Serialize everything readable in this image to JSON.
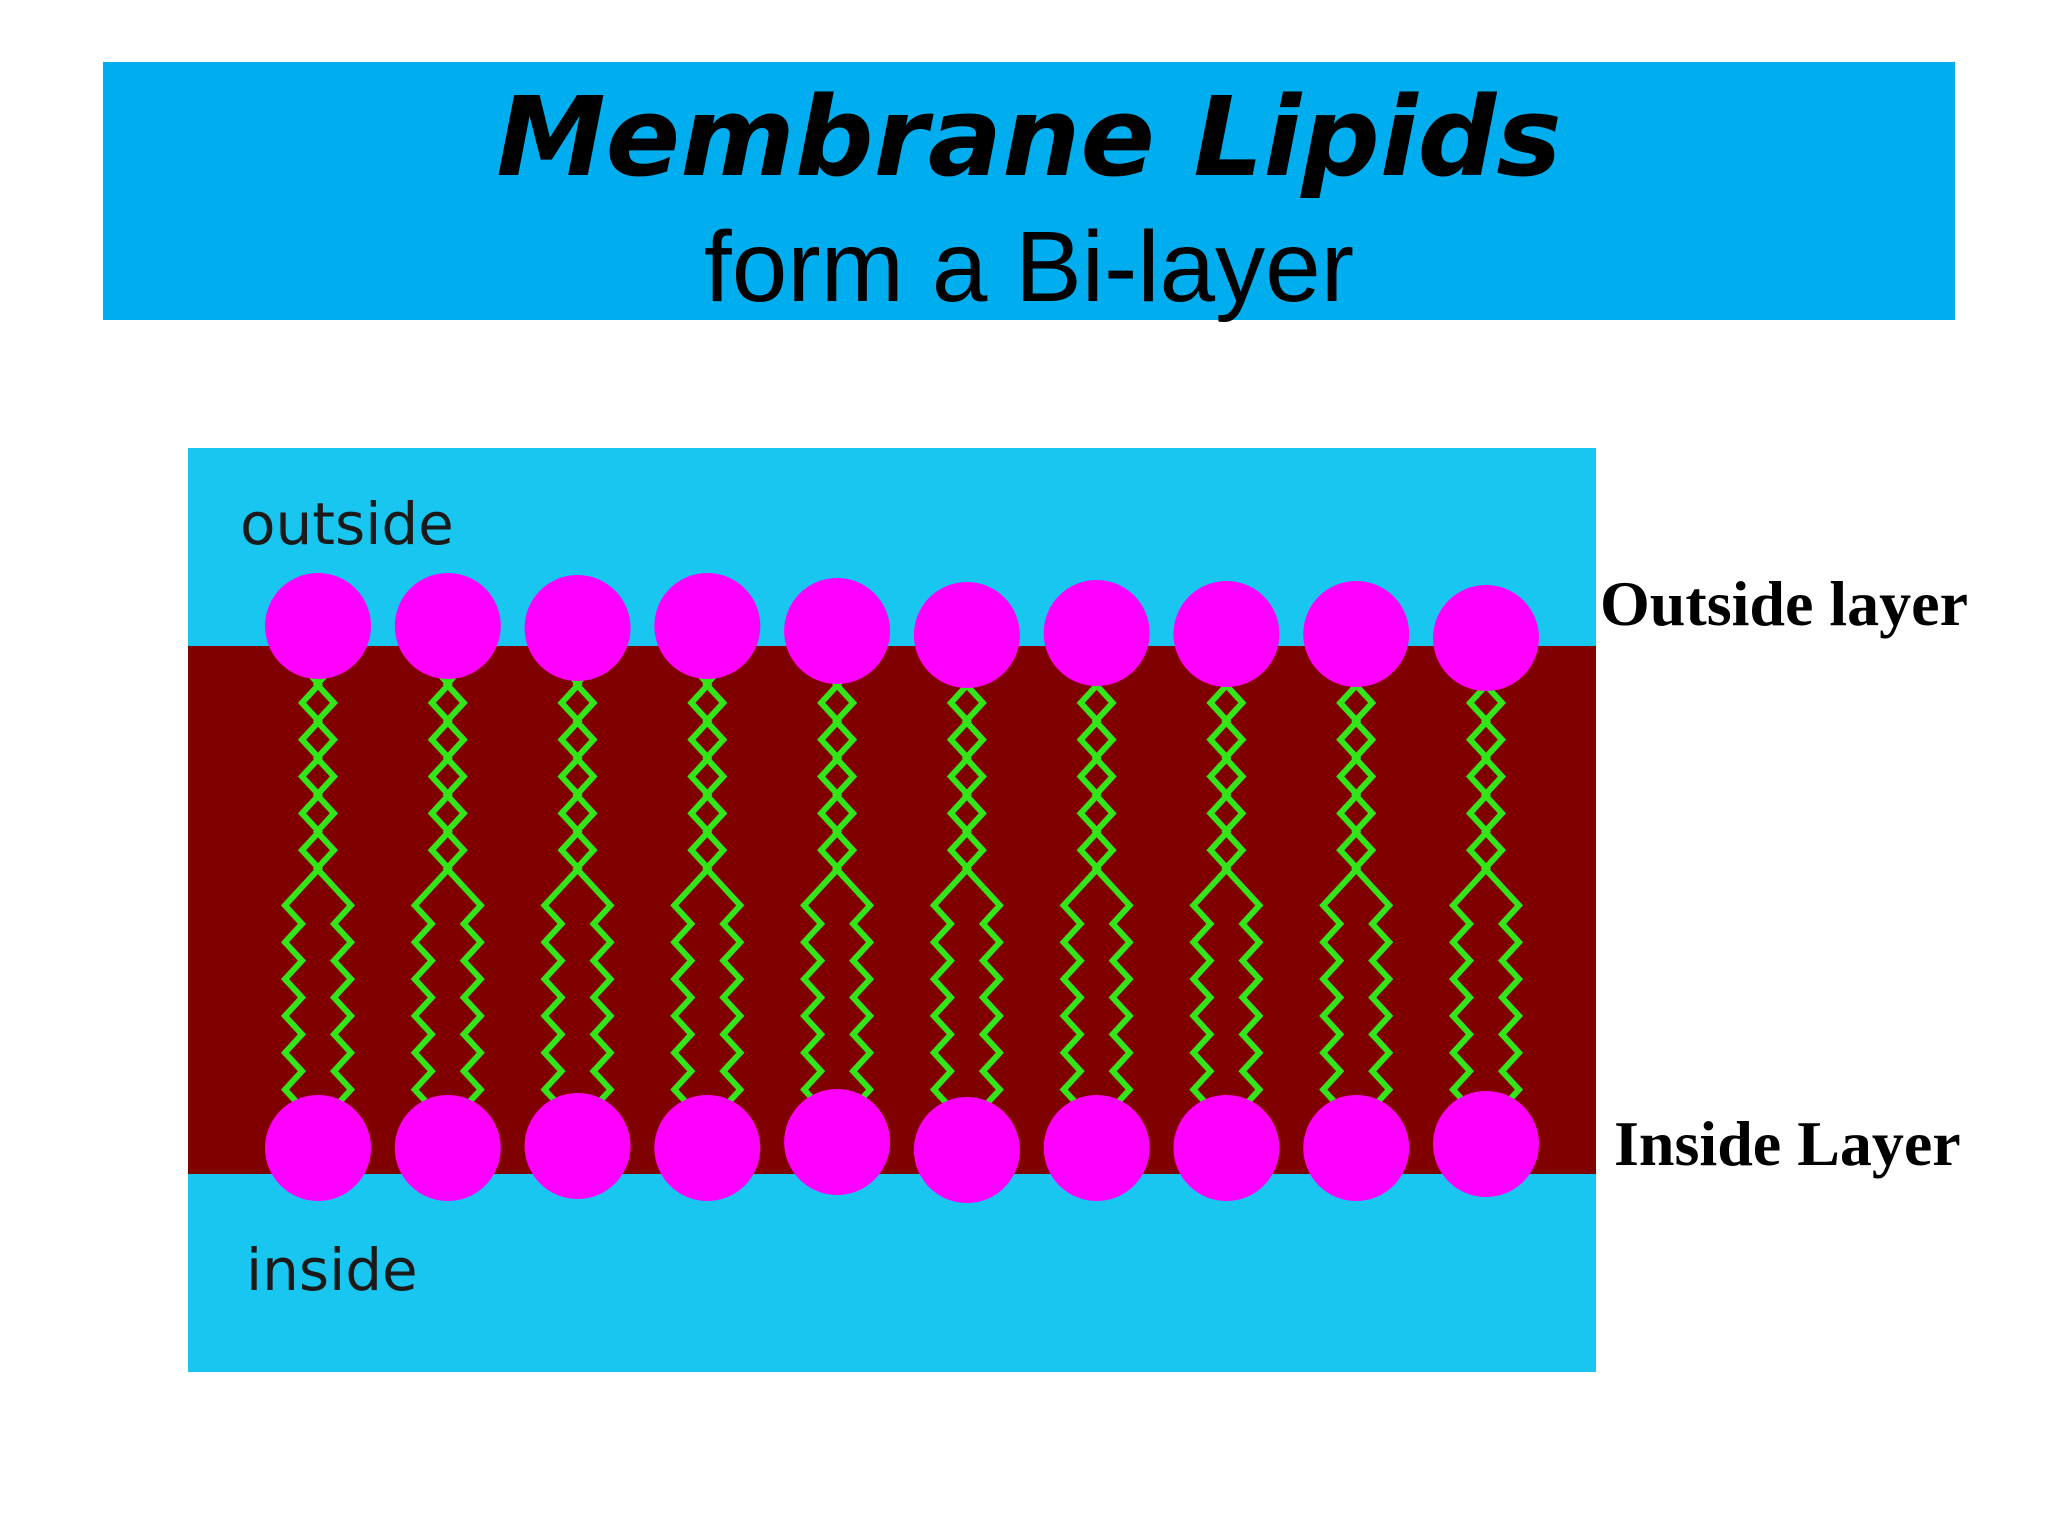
{
  "slide": {
    "title": "Membrane Lipids",
    "subtitle": "form a Bi-layer"
  },
  "diagram": {
    "outside_text": "outside",
    "inside_text": "inside",
    "outside_layer_label": "Outside layer",
    "inside_layer_label": "Inside Layer",
    "head_count_per_layer": 10
  },
  "colors": {
    "banner": "#00AEEF",
    "water": "#19C6F0",
    "membrane_core": "#800000",
    "lipid_head": "#FF00FF",
    "lipid_tail": "#33E61A",
    "text": "#000000"
  }
}
